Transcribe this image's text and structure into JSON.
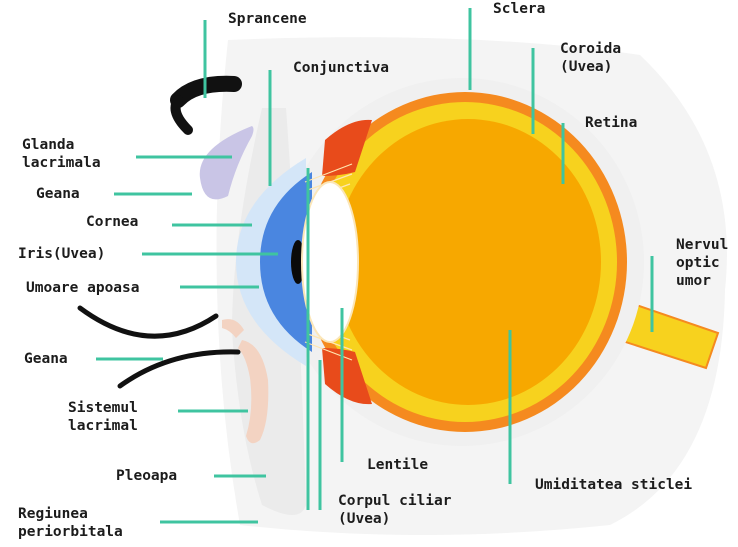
{
  "colors": {
    "leader": "#3fc4a0",
    "sclera": "#f0f0f0",
    "choroid": "#f58a1f",
    "retina": "#f7d21e",
    "vitreous": "#f7a800",
    "ciliary": "#e84b1b",
    "cornea": "#cfe4f7",
    "iris": "#4a86e0",
    "lacrimal_gland": "#c9c5e6",
    "lacrimal_system": "#f3d3c2",
    "eyelid": "#ececec",
    "eyelash": "#111111"
  },
  "labels": {
    "sprancene": "Sprancene",
    "conjunctiva": "Conjunctiva",
    "sclera": "Sclera",
    "coroida": "Coroida\n(Uvea)",
    "retina": "Retina",
    "glanda": "Glanda\nlacrimala",
    "geana_top": "Geana",
    "cornea": "Cornea",
    "iris": "Iris(Uvea)",
    "umoare": "Umoare apoasa",
    "nervul": "Nervul\noptic\numor",
    "geana_bottom": "Geana",
    "sistemul": "Sistemul\nlacrimal",
    "lentile": "Lentile",
    "umiditatea": "Umiditatea sticlei",
    "pleoapa": "Pleoapa",
    "corpul": "Corpul ciliar\n(Uvea)",
    "regiunea": "Regiunea\nperiorbitala"
  }
}
